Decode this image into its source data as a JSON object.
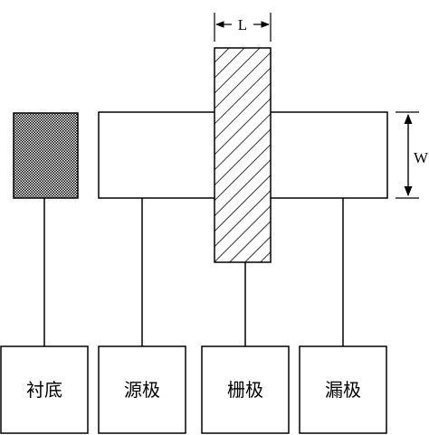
{
  "dimensions": {
    "length_label": "L",
    "width_label": "W"
  },
  "terminals": [
    {
      "id": "substrate",
      "label": "衬底"
    },
    {
      "id": "source",
      "label": "源极"
    },
    {
      "id": "gate",
      "label": "栅极"
    },
    {
      "id": "drain",
      "label": "漏极"
    }
  ]
}
